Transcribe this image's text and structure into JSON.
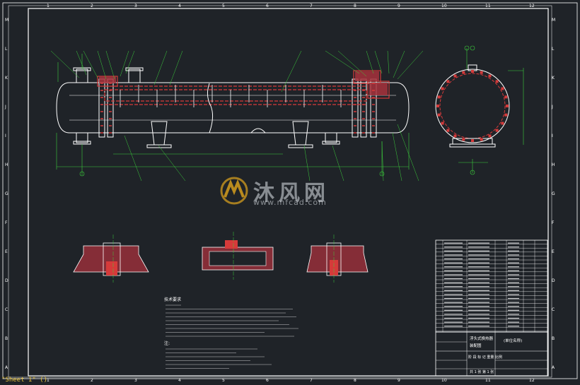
{
  "drawing": {
    "border_columns": [
      "1",
      "2",
      "3",
      "4",
      "5",
      "6",
      "7",
      "8",
      "9",
      "10",
      "11",
      "12"
    ],
    "border_rows": [
      "M",
      "L",
      "K",
      "J",
      "I",
      "H",
      "G",
      "F",
      "E",
      "D",
      "C",
      "B",
      "A"
    ],
    "title_block": {
      "name": "浮头式换热器",
      "subtitle": "装配图",
      "unit": "(单位名称)",
      "stamp_labels": "阶 段 标 记  重量  比例",
      "sheet_label": "共 1 张  第 1 张"
    },
    "tech_requirements_title": "技术要求",
    "notes_title": "注:"
  },
  "watermark": {
    "text": "沐风网",
    "url": "www.mfcad.com"
  },
  "status": {
    "sheet_tab": "\"Sheet 1\" ()"
  },
  "colors": {
    "background": "#1f2328",
    "line": "#ffffff",
    "dim": "#3ccf3c",
    "red": "#d63a3a",
    "hatch": "#a8323c",
    "yellow": "#e8c23c"
  }
}
